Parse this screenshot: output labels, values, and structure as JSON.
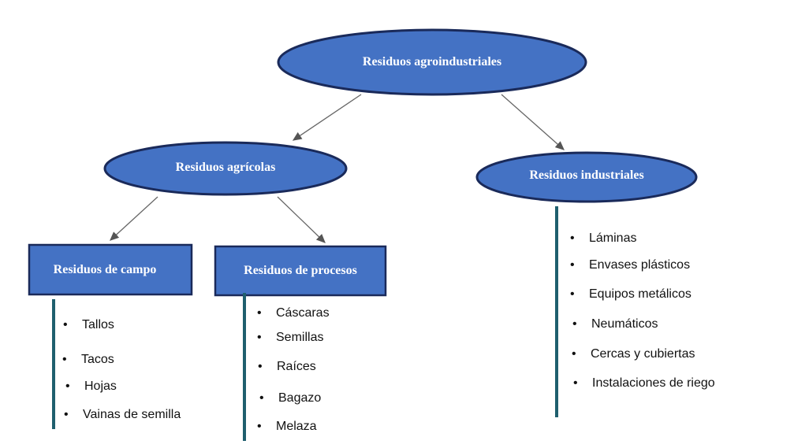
{
  "colors": {
    "node_fill": "#4472c4",
    "node_stroke": "#1a2a5a",
    "list_line": "#1f5f6e",
    "arrow": "#666666"
  },
  "root": {
    "label": "Residuos agroindustriales"
  },
  "agricolas": {
    "label": "Residuos agrícolas"
  },
  "industriales": {
    "label": "Residuos industriales",
    "items": [
      "Láminas",
      "Envases plásticos",
      "Equipos metálicos",
      "Neumáticos",
      "Cercas y cubiertas",
      "Instalaciones de riego"
    ]
  },
  "campo": {
    "label": "Residuos de campo",
    "items": [
      "Tallos",
      "Tacos",
      "Hojas",
      "Vainas de semilla"
    ]
  },
  "procesos": {
    "label": "Residuos de procesos",
    "items": [
      "Cáscaras",
      "Semillas",
      "Raíces",
      "Bagazo",
      "Melaza"
    ]
  }
}
